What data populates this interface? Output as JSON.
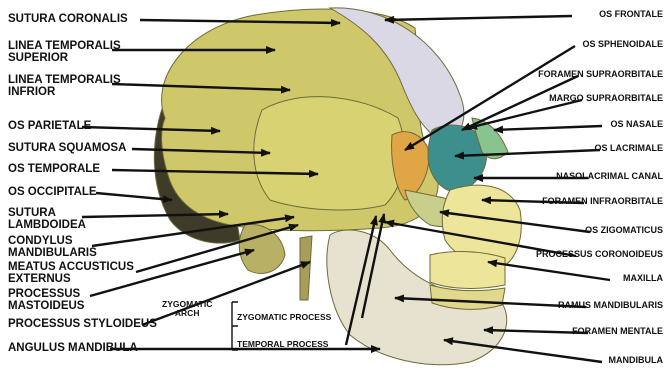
{
  "colors": {
    "cranium": "#cfc86a",
    "frontal": "#d9d8e4",
    "sphenoid": "#e0a646",
    "orbit": "#3c8f8c",
    "nasal": "#87c48e",
    "jaw": "#e6e2cf",
    "teeth": "#ece59a",
    "shadow": "#3e3b28",
    "arrow": "#111111"
  },
  "labels_left": [
    {
      "id": "sutura-coronalis",
      "lines": [
        "SUTURA CORONALIS"
      ]
    },
    {
      "id": "linea-temporalis-superior",
      "lines": [
        "LINEA TEMPORALIS",
        "SUPERIOR"
      ]
    },
    {
      "id": "linea-temporalis-infrior",
      "lines": [
        "LINEA TEMPORALIS",
        "INFRIOR"
      ]
    },
    {
      "id": "os-parietale",
      "lines": [
        "OS PARIETALE"
      ]
    },
    {
      "id": "sutura-squamosa",
      "lines": [
        "SUTURA SQUAMOSA"
      ]
    },
    {
      "id": "os-temporale",
      "lines": [
        "OS TEMPORALE"
      ]
    },
    {
      "id": "os-occipitale",
      "lines": [
        "OS OCCIPITALE"
      ]
    },
    {
      "id": "sutura-lambdoidea",
      "lines": [
        "SUTURA",
        "LAMBDOIDEA"
      ]
    },
    {
      "id": "condylus-mandibularis",
      "lines": [
        "CONDYLUS",
        "MANDIBULARIS"
      ]
    },
    {
      "id": "meatus-accusticus-externus",
      "lines": [
        "MEATUS ACCUSTICUS",
        "EXTERNUS"
      ]
    },
    {
      "id": "processus-mastoideus",
      "lines": [
        "PROCESSUS",
        "MASTOIDEUS"
      ]
    },
    {
      "id": "processus-styloideus",
      "lines": [
        "PROCESSUS STYLOIDEUS"
      ]
    },
    {
      "id": "angulus-mandibula",
      "lines": [
        "ANGULUS MANDIBULA"
      ]
    }
  ],
  "labels_right": [
    {
      "id": "os-frontale",
      "lines": [
        "OS FRONTALE"
      ]
    },
    {
      "id": "os-sphenoidale",
      "lines": [
        "OS SPHENOIDALE"
      ]
    },
    {
      "id": "foramen-supraorbitale",
      "lines": [
        "FORAMEN SUPRAORBITALE"
      ]
    },
    {
      "id": "margo-supraorbitale",
      "lines": [
        "MARGO SUPRAORBITALE"
      ]
    },
    {
      "id": "os-nasale",
      "lines": [
        "OS NASALE"
      ]
    },
    {
      "id": "os-lacrimale",
      "lines": [
        "OS LACRIMALE"
      ]
    },
    {
      "id": "nasolacrimal-canal",
      "lines": [
        "NASOLACRIMAL CANAL"
      ]
    },
    {
      "id": "foramen-infraorbitale",
      "lines": [
        "FORAMEN INFRAORBITALE"
      ]
    },
    {
      "id": "os-zigomaticus",
      "lines": [
        "OS ZIGOMATICUS"
      ]
    },
    {
      "id": "processus-coronoideus",
      "lines": [
        "PROCESSUS CORONOIDEUS"
      ]
    },
    {
      "id": "maxilla",
      "lines": [
        "MAXILLA"
      ]
    },
    {
      "id": "ramus-mandibularis",
      "lines": [
        "RAMUS MANDIBULARIS"
      ]
    },
    {
      "id": "foramen-mentale",
      "lines": [
        "FORAMEN MENTALE"
      ]
    },
    {
      "id": "mandibula",
      "lines": [
        "MANDIBULA"
      ]
    }
  ],
  "labels_mid": [
    {
      "id": "zygomatic-arch",
      "lines": [
        "ZYGOMATIC",
        "ARCH"
      ]
    },
    {
      "id": "zygomatic-process",
      "lines": [
        "ZYGOMATIC PROCESS"
      ]
    },
    {
      "id": "temporal-process",
      "lines": [
        "TEMPORAL PROCESS"
      ]
    }
  ]
}
